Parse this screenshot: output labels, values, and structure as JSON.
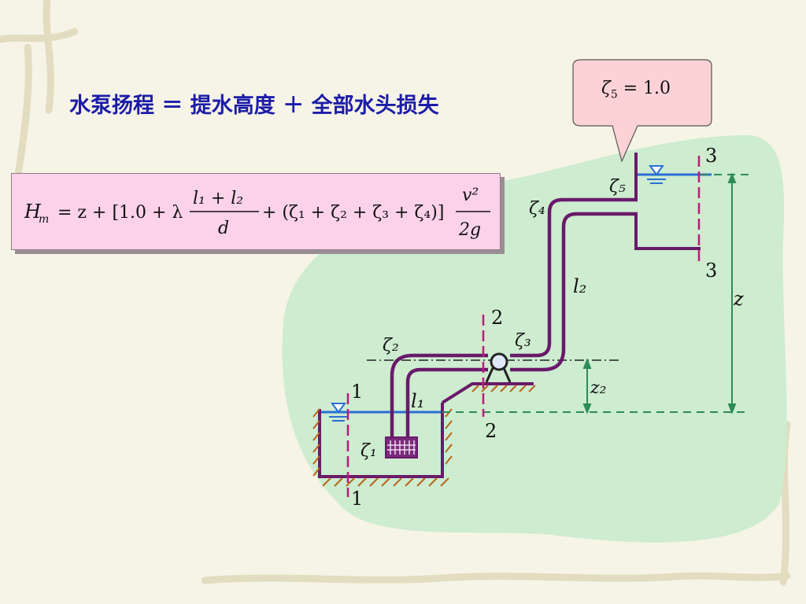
{
  "title": "水泵扬程 ＝ 提水高度 ＋ 全部水头损失",
  "formula": {
    "lhs": "H",
    "lhs_sub": "m",
    "rhs_start": "= z + [1.0 + λ",
    "frac1_num": "l₁ + l₂",
    "frac1_den": "d",
    "rhs_mid": "+ (ζ₁ + ζ₂ + ζ₃ + ζ₄)]",
    "frac2_num": "v²",
    "frac2_den": "2g"
  },
  "callout": {
    "zeta": "ζ",
    "sub": "5",
    "value": "= 1.0"
  },
  "diagram": {
    "labels": {
      "zeta1": "ζ₁",
      "zeta2": "ζ₂",
      "zeta3": "ζ₃",
      "zeta4": "ζ₄",
      "zeta5": "ζ₅",
      "l1": "l₁",
      "l2": "l₂",
      "z": "z",
      "z2": "z₂",
      "sec1_top": "1",
      "sec1_bot": "1",
      "sec2_top": "2",
      "sec2_bot": "2",
      "sec3_top": "3",
      "sec3_bot": "3"
    }
  },
  "colors": {
    "pipe": "#6a1a6a",
    "water_line": "#2a6fd6",
    "dim_line": "#2e8b57",
    "section_mark": "#c0187a",
    "wall_hatch": "#b8651a",
    "background_blob": "#cdecd0",
    "callout_fill": "#fcd2d6"
  }
}
